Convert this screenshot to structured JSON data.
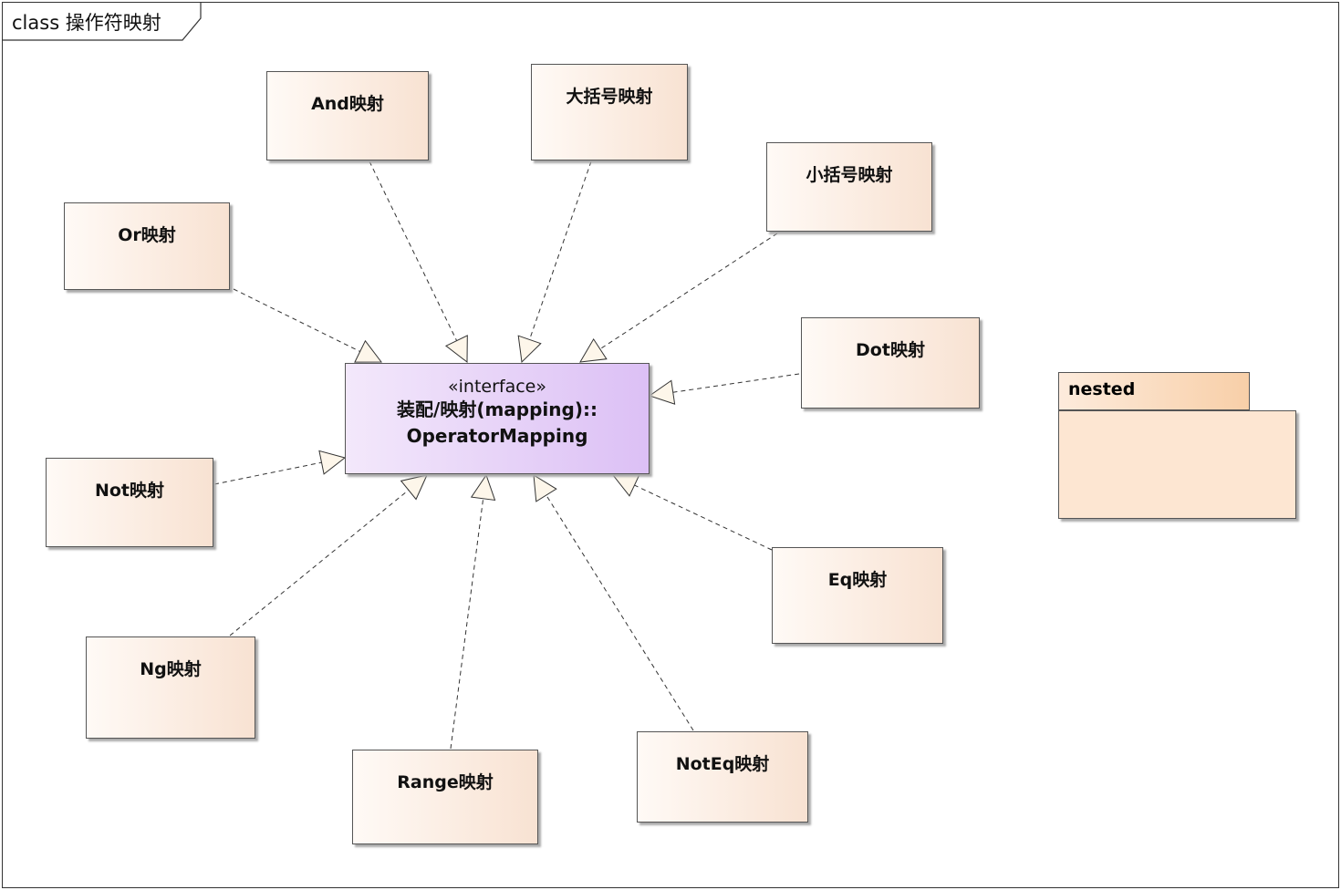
{
  "diagram_title": "class 操作符映射",
  "interface": {
    "stereotype": "«interface»",
    "name_line1": "装配/映射(mapping)::",
    "name_line2": "OperatorMapping"
  },
  "classes": [
    "And映射",
    "大括号映射",
    "小括号映射",
    "Or映射",
    "Dot映射",
    "Not映射",
    "Eq映射",
    "Ng映射",
    "Range映射",
    "NotEq映射"
  ],
  "package": {
    "name": "nested"
  },
  "relationship": "realization",
  "colors": {
    "class_fill": "#f8e2d2",
    "interface_fill": "#dcc0f5",
    "package_fill": "#fde6d2"
  }
}
